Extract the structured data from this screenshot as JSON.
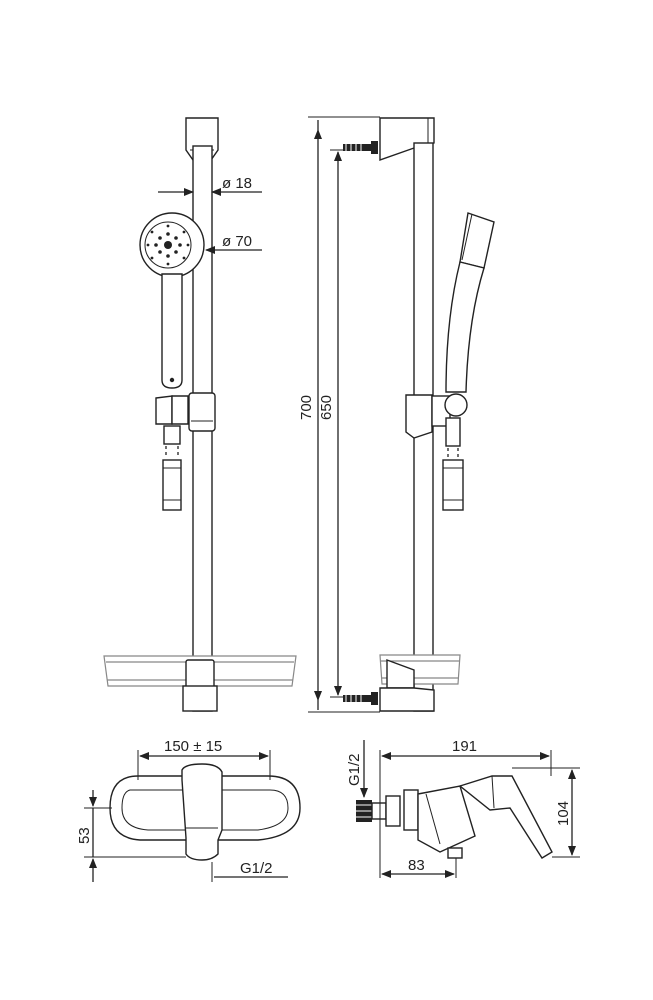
{
  "dimensions": {
    "bar_diameter": "ø 18",
    "head_diameter": "ø 70",
    "total_height": "700",
    "fixing_distance": "650",
    "mixer_center_distance": "150 ± 15",
    "mixer_height": "53",
    "front_connection": "G1/2",
    "side_connection": "G1/2",
    "mixer_depth": "191",
    "mixer_side_height": "104",
    "outlet_distance": "83"
  }
}
